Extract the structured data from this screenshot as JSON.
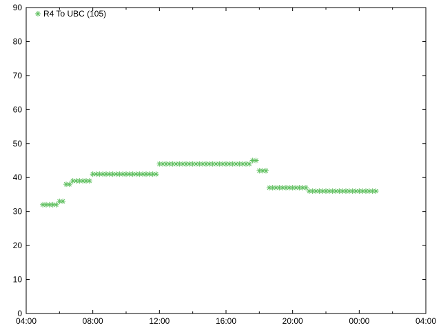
{
  "chart_data": {
    "type": "scatter",
    "marker": "asterisk",
    "legend_position": "top-left",
    "grid": false,
    "xlim": [
      "04:00",
      "04:00 (+1 day)"
    ],
    "ylim": [
      0,
      90
    ],
    "x_ticks": [
      "04:00",
      "08:00",
      "12:00",
      "16:00",
      "20:00",
      "00:00",
      "04:00"
    ],
    "y_ticks": [
      "0",
      "10",
      "20",
      "30",
      "40",
      "50",
      "60",
      "70",
      "80",
      "90"
    ],
    "series": [
      {
        "name": "R4 To UBC (105)",
        "color": "#5fbf5f",
        "points": [
          [
            "05:00",
            32
          ],
          [
            "05:12",
            32
          ],
          [
            "05:24",
            32
          ],
          [
            "05:36",
            32
          ],
          [
            "05:48",
            32
          ],
          [
            "06:00",
            33
          ],
          [
            "06:12",
            33
          ],
          [
            "06:24",
            38
          ],
          [
            "06:36",
            38
          ],
          [
            "06:48",
            39
          ],
          [
            "07:00",
            39
          ],
          [
            "07:12",
            39
          ],
          [
            "07:24",
            39
          ],
          [
            "07:36",
            39
          ],
          [
            "07:48",
            39
          ],
          [
            "08:00",
            41
          ],
          [
            "08:12",
            41
          ],
          [
            "08:24",
            41
          ],
          [
            "08:36",
            41
          ],
          [
            "08:48",
            41
          ],
          [
            "09:00",
            41
          ],
          [
            "09:12",
            41
          ],
          [
            "09:24",
            41
          ],
          [
            "09:36",
            41
          ],
          [
            "09:48",
            41
          ],
          [
            "10:00",
            41
          ],
          [
            "10:12",
            41
          ],
          [
            "10:24",
            41
          ],
          [
            "10:36",
            41
          ],
          [
            "10:48",
            41
          ],
          [
            "11:00",
            41
          ],
          [
            "11:12",
            41
          ],
          [
            "11:24",
            41
          ],
          [
            "11:36",
            41
          ],
          [
            "11:48",
            41
          ],
          [
            "12:00",
            44
          ],
          [
            "12:12",
            44
          ],
          [
            "12:24",
            44
          ],
          [
            "12:36",
            44
          ],
          [
            "12:48",
            44
          ],
          [
            "13:00",
            44
          ],
          [
            "13:12",
            44
          ],
          [
            "13:24",
            44
          ],
          [
            "13:36",
            44
          ],
          [
            "13:48",
            44
          ],
          [
            "14:00",
            44
          ],
          [
            "14:12",
            44
          ],
          [
            "14:24",
            44
          ],
          [
            "14:36",
            44
          ],
          [
            "14:48",
            44
          ],
          [
            "15:00",
            44
          ],
          [
            "15:12",
            44
          ],
          [
            "15:24",
            44
          ],
          [
            "15:36",
            44
          ],
          [
            "15:48",
            44
          ],
          [
            "16:00",
            44
          ],
          [
            "16:12",
            44
          ],
          [
            "16:24",
            44
          ],
          [
            "16:36",
            44
          ],
          [
            "16:48",
            44
          ],
          [
            "17:00",
            44
          ],
          [
            "17:12",
            44
          ],
          [
            "17:24",
            44
          ],
          [
            "17:36",
            45
          ],
          [
            "17:48",
            45
          ],
          [
            "18:00",
            42
          ],
          [
            "18:12",
            42
          ],
          [
            "18:24",
            42
          ],
          [
            "18:36",
            37
          ],
          [
            "18:48",
            37
          ],
          [
            "19:00",
            37
          ],
          [
            "19:12",
            37
          ],
          [
            "19:24",
            37
          ],
          [
            "19:36",
            37
          ],
          [
            "19:48",
            37
          ],
          [
            "20:00",
            37
          ],
          [
            "20:12",
            37
          ],
          [
            "20:24",
            37
          ],
          [
            "20:36",
            37
          ],
          [
            "20:48",
            37
          ],
          [
            "21:00",
            36
          ],
          [
            "21:12",
            36
          ],
          [
            "21:24",
            36
          ],
          [
            "21:36",
            36
          ],
          [
            "21:48",
            36
          ],
          [
            "22:00",
            36
          ],
          [
            "22:12",
            36
          ],
          [
            "22:24",
            36
          ],
          [
            "22:36",
            36
          ],
          [
            "22:48",
            36
          ],
          [
            "23:00",
            36
          ],
          [
            "23:12",
            36
          ],
          [
            "23:24",
            36
          ],
          [
            "23:36",
            36
          ],
          [
            "23:48",
            36
          ],
          [
            "00:00",
            36
          ],
          [
            "00:12",
            36
          ],
          [
            "00:24",
            36
          ],
          [
            "00:36",
            36
          ],
          [
            "00:48",
            36
          ],
          [
            "01:00",
            36
          ]
        ]
      }
    ]
  }
}
